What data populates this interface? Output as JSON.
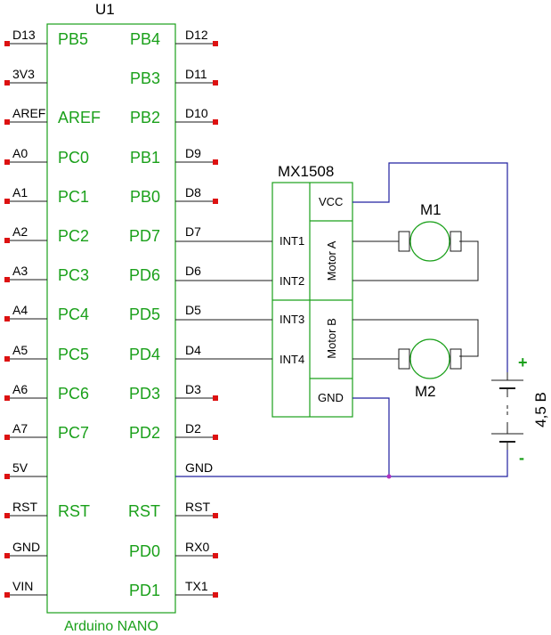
{
  "nano": {
    "ref": "U1",
    "name": "Arduino NANO",
    "left_pins": [
      {
        "pin": "D13",
        "port": "PB5"
      },
      {
        "pin": "3V3",
        "port": ""
      },
      {
        "pin": "AREF",
        "port": "AREF"
      },
      {
        "pin": "A0",
        "port": "PC0"
      },
      {
        "pin": "A1",
        "port": "PC1"
      },
      {
        "pin": "A2",
        "port": "PC2"
      },
      {
        "pin": "A3",
        "port": "PC3"
      },
      {
        "pin": "A4",
        "port": "PC4"
      },
      {
        "pin": "A5",
        "port": "PC5"
      },
      {
        "pin": "A6",
        "port": "PC6"
      },
      {
        "pin": "A7",
        "port": "PC7"
      },
      {
        "pin": "5V",
        "port": ""
      },
      {
        "pin": "RST",
        "port": "RST"
      },
      {
        "pin": "GND",
        "port": ""
      },
      {
        "pin": "VIN",
        "port": ""
      }
    ],
    "right_pins": [
      {
        "pin": "D12",
        "port": "PB4",
        "wired": false
      },
      {
        "pin": "D11",
        "port": "PB3",
        "wired": false
      },
      {
        "pin": "D10",
        "port": "PB2",
        "wired": false
      },
      {
        "pin": "D9",
        "port": "PB1",
        "wired": false
      },
      {
        "pin": "D8",
        "port": "PB0",
        "wired": false
      },
      {
        "pin": "D7",
        "port": "PD7",
        "wired": true
      },
      {
        "pin": "D6",
        "port": "PD6",
        "wired": true
      },
      {
        "pin": "D5",
        "port": "PD5",
        "wired": true
      },
      {
        "pin": "D4",
        "port": "PD4",
        "wired": true
      },
      {
        "pin": "D3",
        "port": "PD3",
        "wired": false
      },
      {
        "pin": "D2",
        "port": "PD2",
        "wired": false
      },
      {
        "pin": "GND",
        "port": "",
        "wired": true
      },
      {
        "pin": "RST",
        "port": "RST",
        "wired": false
      },
      {
        "pin": "RX0",
        "port": "PD0",
        "wired": false
      },
      {
        "pin": "TX1",
        "port": "PD1",
        "wired": false
      }
    ]
  },
  "driver": {
    "name": "MX1508",
    "inputs": [
      "INT1",
      "INT2",
      "INT3",
      "INT4"
    ],
    "vcc": "VCC",
    "gnd": "GND",
    "channel_a": "Motor A",
    "channel_b": "Motor B"
  },
  "motors": [
    {
      "ref": "M1"
    },
    {
      "ref": "M2"
    }
  ],
  "battery": {
    "value": "4,5 В",
    "plus": "+",
    "minus": "-"
  },
  "colors": {
    "component": "#1aa01a",
    "wire": "#1a1a1a",
    "power_wire": "#2020a0",
    "pin_end": "#dd1111",
    "junction": "#b030c0"
  }
}
